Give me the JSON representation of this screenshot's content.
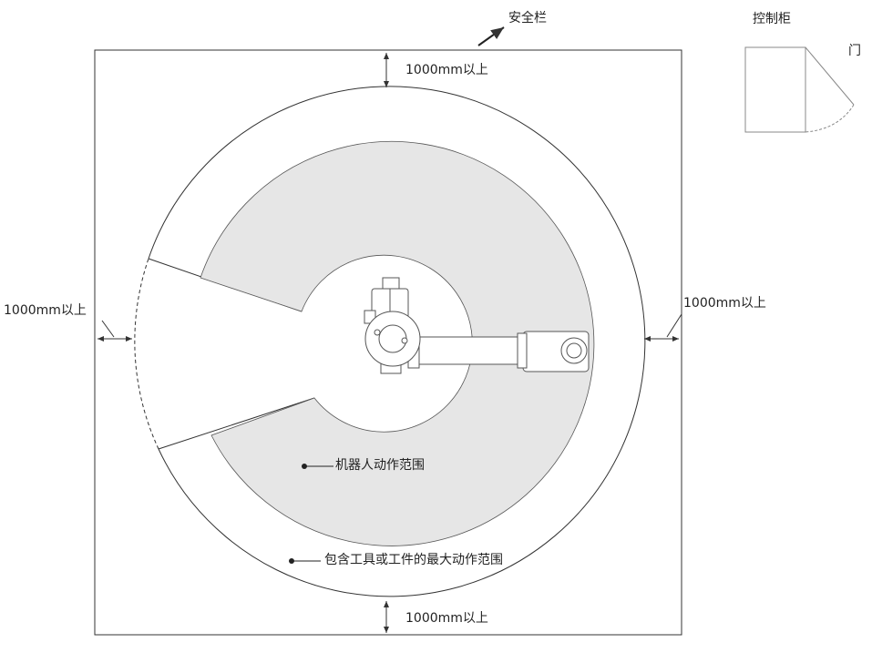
{
  "labels": {
    "fence": "安全栏",
    "cabinet": "控制柜",
    "door": "门",
    "clearance_top": "1000mm以上",
    "clearance_left": "1000mm以上",
    "clearance_right": "1000mm以上",
    "clearance_bottom": "1000mm以上",
    "robot_range": "机器人动作范围",
    "max_range": "包含工具或工件的最大动作范围"
  },
  "colors": {
    "robot_range_fill": "#e6e6e6",
    "line": "#333333"
  }
}
